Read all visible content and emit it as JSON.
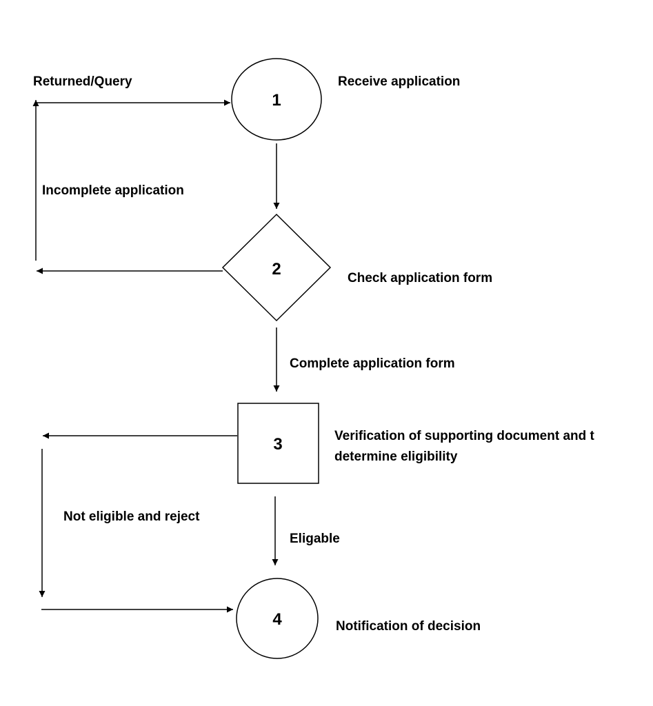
{
  "nodes": {
    "n1": {
      "number": "1",
      "label": "Receive application"
    },
    "n2": {
      "number": "2",
      "label": "Check application form"
    },
    "n3": {
      "number": "3",
      "label_line1": "Verification of supporting document and t",
      "label_line2": "determine eligibility"
    },
    "n4": {
      "number": "4",
      "label": "Notification of decision"
    }
  },
  "edges": {
    "returned_query": "Returned/Query",
    "incomplete": "Incomplete application",
    "complete": "Complete application form",
    "not_eligible": "Not eligible and reject",
    "eligible": "Eligable"
  }
}
